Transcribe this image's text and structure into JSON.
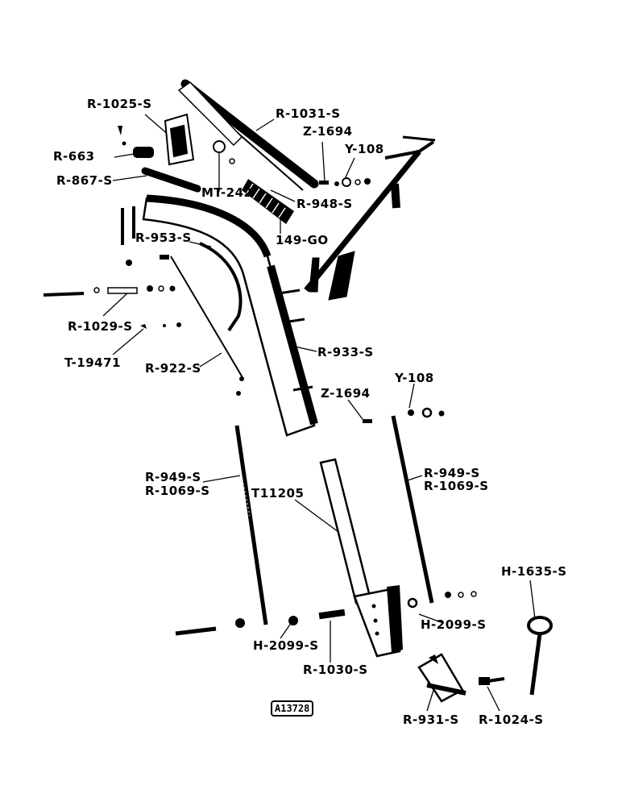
{
  "figure_code": "A13728",
  "labels": {
    "r1025s": "R-1025-S",
    "r1031s": "R-1031-S",
    "z1694a": "Z-1694",
    "y108a": "Y-108",
    "r663": "R-663",
    "r867s": "R-867-S",
    "mt242": "MT-242",
    "r948s": "R-948-S",
    "g149": "149-GO",
    "r953s": "R-953-S",
    "r1029s": "R-1029-S",
    "t19471": "T-19471",
    "r922s": "R-922-S",
    "r933s": "R-933-S",
    "z1694b": "Z-1694",
    "y108b": "Y-108",
    "r949s_l": "R-949-S",
    "r1069s_l": "R-1069-S",
    "t11205": "T11205",
    "r949s_r": "R-949-S",
    "r1069s_r": "R-1069-S",
    "h1635s": "H-1635-S",
    "h2099s_r": "H-2099-S",
    "h2099s_l": "H-2099-S",
    "r1030s": "R-1030-S",
    "r931s": "R-931-S",
    "r1024s": "R-1024-S"
  }
}
